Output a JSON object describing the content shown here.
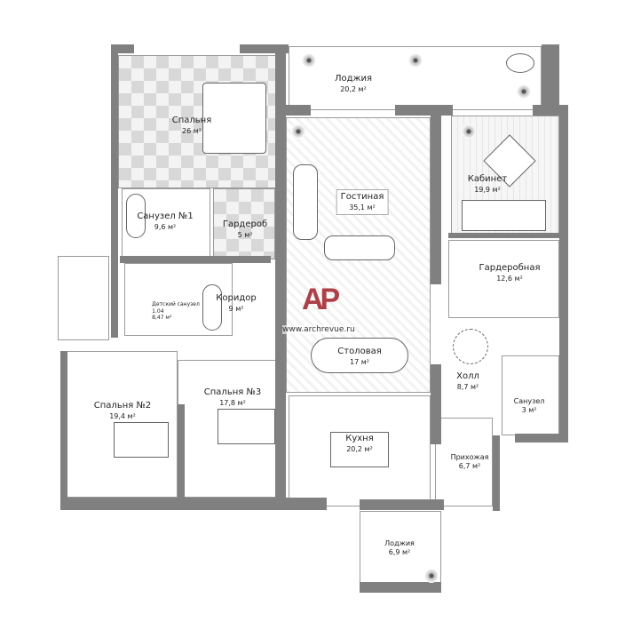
{
  "rooms": {
    "bedroom_master": {
      "name": "Спальня",
      "area": "26 м²"
    },
    "loggia_top": {
      "name": "Лоджия",
      "area": "20,2 м²"
    },
    "living": {
      "name": "Гостиная",
      "area": "35,1 м²"
    },
    "study": {
      "name": "Кабинет",
      "area": "19,9 м²"
    },
    "bathroom1": {
      "name": "Санузел №1",
      "area": "9,6 м²"
    },
    "wardrobe": {
      "name": "Гардероб",
      "area": "5 м²"
    },
    "dressing": {
      "name": "Гардеробная",
      "area": "12,6 м²"
    },
    "kids_bath": {
      "name": "Детский санузел",
      "code": "1.04",
      "area": "8,47 м²"
    },
    "corridor": {
      "name": "Коридор",
      "area": "9 м²"
    },
    "dining": {
      "name": "Столовая",
      "area": "17 м²"
    },
    "hall": {
      "name": "Холл",
      "area": "8,7 м²"
    },
    "wc": {
      "name": "Санузел",
      "area": "3 м²"
    },
    "bedroom2": {
      "name": "Спальня №2",
      "area": "19,4 м²"
    },
    "bedroom3": {
      "name": "Спальня №3",
      "area": "17,8 м²"
    },
    "kitchen": {
      "name": "Кухня",
      "area": "20,2 м²"
    },
    "entry": {
      "name": "Прихожая",
      "area": "6,7 м²"
    },
    "loggia_bottom": {
      "name": "Лоджия",
      "area": "6,9 м²"
    }
  },
  "watermark": {
    "logo": "AP",
    "url": "www.archrevue.ru"
  }
}
